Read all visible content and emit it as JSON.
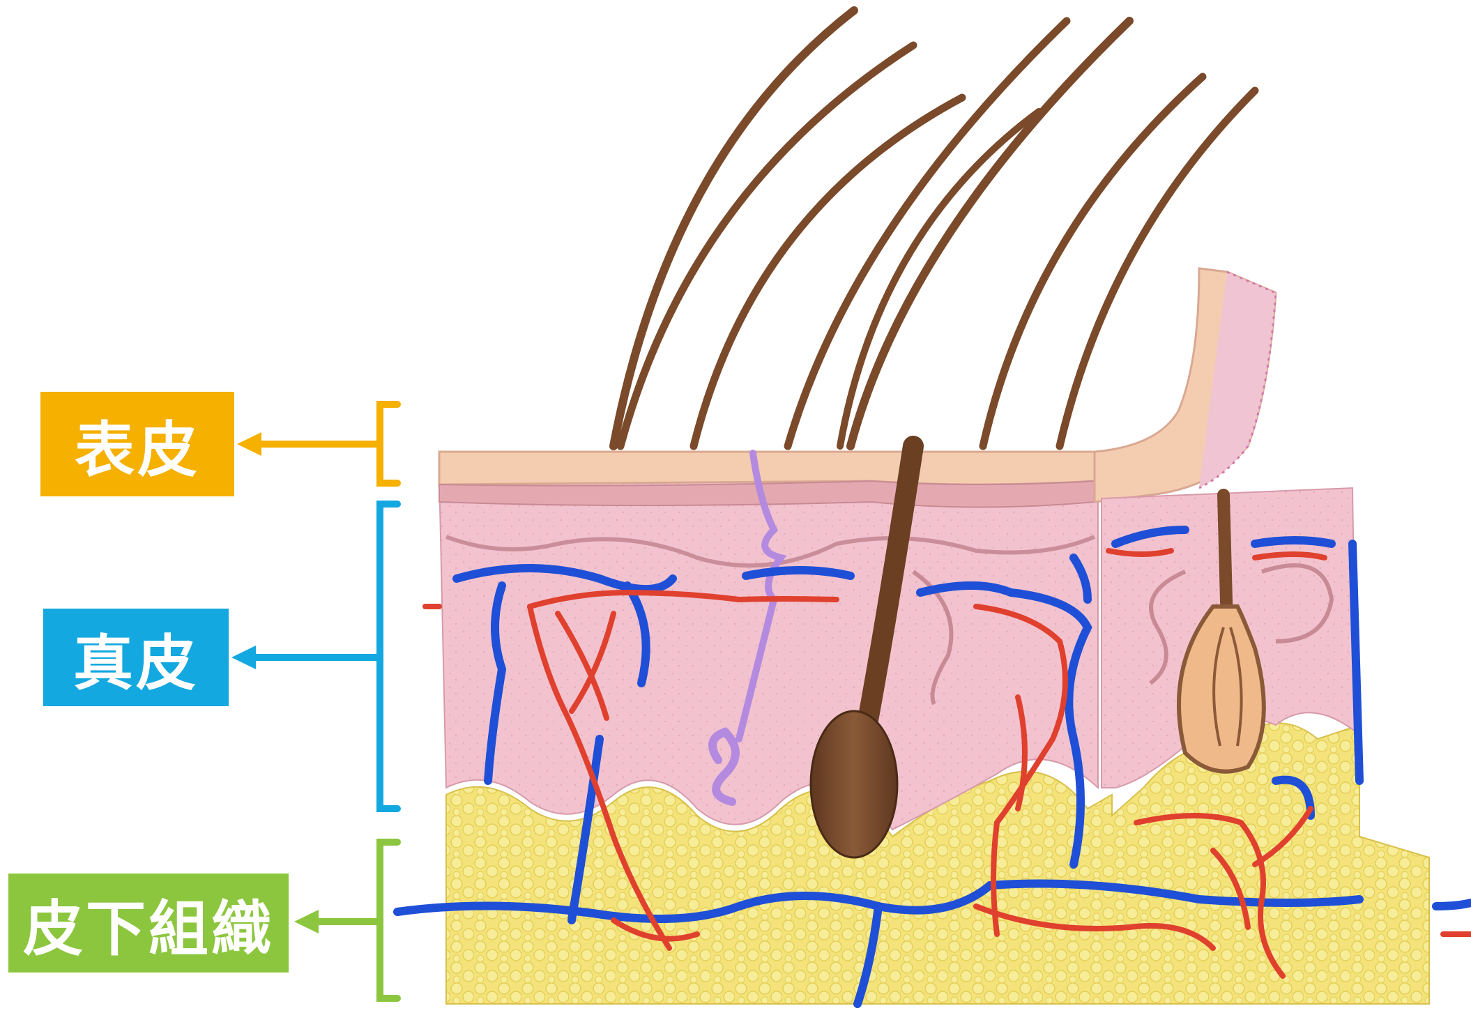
{
  "labels": {
    "epidermis": "表皮",
    "dermis": "真皮",
    "subcutaneous": "皮下組織"
  },
  "colors": {
    "epidermis": "#f5b000",
    "dermis": "#14a8e0",
    "subcutaneous": "#8cc63e",
    "hair": "#7a4a2a",
    "vein": "#1f4fd6",
    "artery": "#e0402e",
    "nerve": "#b48ae0",
    "fat": "#f3e37a",
    "dermis_fill": "#f2c3cf",
    "epidermis_fill": "#f4cdb0"
  }
}
